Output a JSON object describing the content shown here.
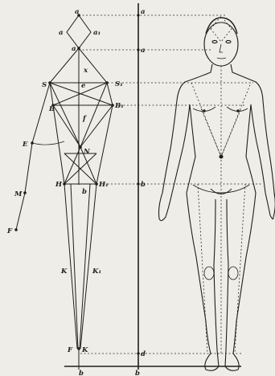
{
  "figure": {
    "labels": {
      "a_top": "a",
      "a_left": "a",
      "a1": "a₁",
      "a_neck": "a",
      "x": "x",
      "S": "S",
      "S1": "S₁",
      "B": "B",
      "B1": "B₁",
      "e": "e",
      "f": "f",
      "E": "E",
      "N": "N",
      "H": "H",
      "H1": "H₁",
      "b": "b",
      "M": "M",
      "F": "F",
      "K": "K",
      "K1": "K₁",
      "F_foot": "F",
      "K_foot": "K",
      "axis_a": "a",
      "axis_a2": "a",
      "axis_b": "b",
      "axis_bottom": "b",
      "axis_d": "d",
      "base_b": "b"
    }
  }
}
